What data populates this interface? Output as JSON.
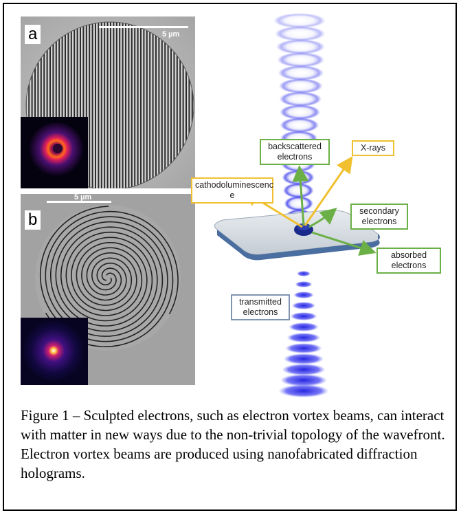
{
  "panel_a": {
    "letter": "a",
    "scale_label": "5 µm"
  },
  "panel_b": {
    "letter": "b",
    "scale_label": "5 µm"
  },
  "diagram": {
    "labels": {
      "backscattered": "backscattered electrons",
      "xrays": "X-rays",
      "cathodo_line1": "cathodoluminescenc",
      "cathodo_line2": "e",
      "secondary": "secondary electrons",
      "absorbed": "absorbed electrons",
      "transmitted": "transmitted electrons"
    },
    "colors": {
      "green": "#6bb046",
      "yellow": "#f0c030",
      "blue_beam": "#3333ee",
      "box_blue": "#7f94b0"
    }
  },
  "caption": "Figure 1 – Sculpted electrons, such as electron vortex beams, can interact with matter in new ways due to the non-trivial topology of the wavefront. Electron vortex beams are produced using nanofabricated diffraction holograms."
}
